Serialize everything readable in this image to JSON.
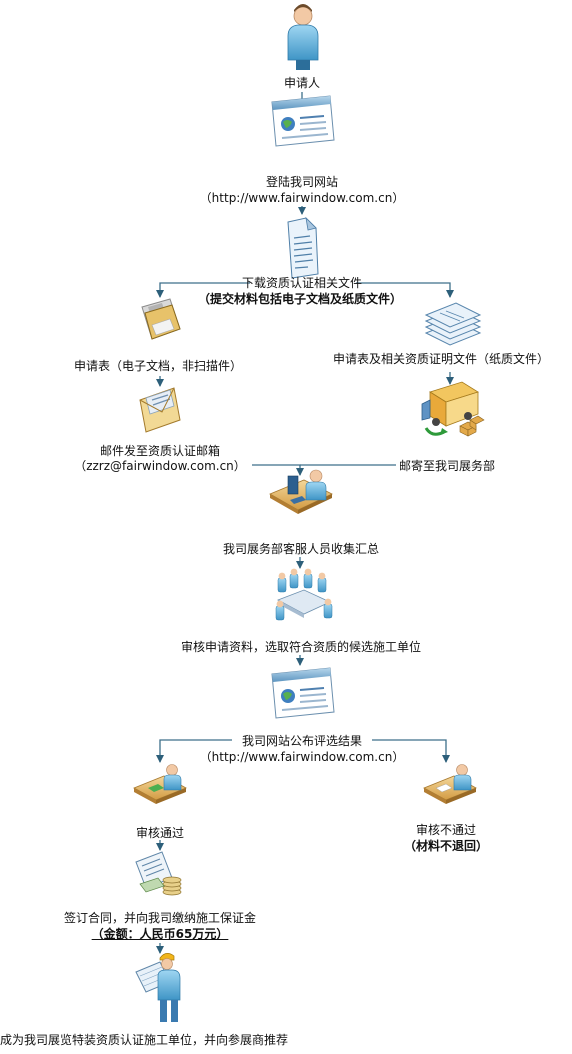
{
  "steps": {
    "applicant": "申请人",
    "login": "登陆我司网站",
    "login_url": "（http://www.fairwindow.com.cn）",
    "download": "下载资质认证相关文件",
    "download_note": "（提交材料包括电子文档及纸质文件）",
    "form_electronic": "申请表（电子文档，非扫描件）",
    "form_paper": "申请表及相关资质证明文件（纸质文件）",
    "email_to": "邮件发至资质认证邮箱",
    "email_addr": "（zzrz@fairwindow.com.cn）",
    "mail_to": "邮寄至我司展务部",
    "collect": "我司展务部客服人员收集汇总",
    "review": "审核申请资料，选取符合资质的候选施工单位",
    "publish": "我司网站公布评选结果",
    "publish_url": "（http://www.fairwindow.com.cn）",
    "pass": "审核通过",
    "fail": "审核不通过",
    "fail_note": "（材料不退回）",
    "contract": "签订合同，并向我司缴纳施工保证金",
    "deposit": "（金额：人民币65万元）",
    "final": "成为我司展览特装资质认证施工单位，并向参展商推荐"
  },
  "colors": {
    "connector": "#3d6f8a",
    "arrowhead": "#2d5f7a"
  },
  "icons": {
    "applicant": "person-icon",
    "website1": "website-icon",
    "document": "document-icon",
    "floppy": "floppy-disk-icon",
    "papers": "paper-stack-icon",
    "envelope": "envelope-icon",
    "truck": "delivery-truck-icon",
    "staff": "staff-at-computer-icon",
    "meeting": "meeting-icon",
    "website2": "website-icon",
    "pass_person": "reviewer-pass-icon",
    "fail_person": "reviewer-fail-icon",
    "contract": "contract-money-icon",
    "worker": "construction-worker-icon"
  }
}
